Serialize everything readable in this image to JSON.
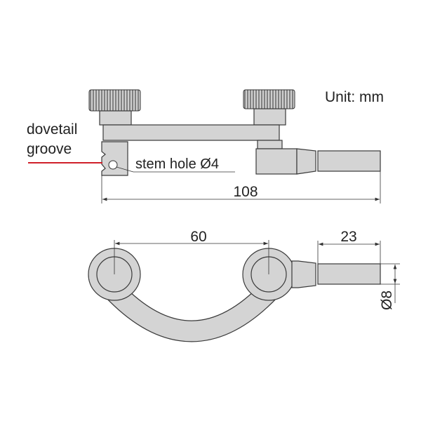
{
  "unit_label": "Unit: mm",
  "labels": {
    "dovetail_line1": "dovetail",
    "dovetail_line2": "groove",
    "stem_hole": "stem hole Ø4"
  },
  "dimensions": {
    "overall_length": "108",
    "center_distance": "60",
    "stem_length": "23",
    "stem_diameter": "Ø8"
  },
  "colors": {
    "part_fill": "#d4d4d4",
    "outline": "#3a3a3a",
    "callout_red": "#d0202a"
  }
}
